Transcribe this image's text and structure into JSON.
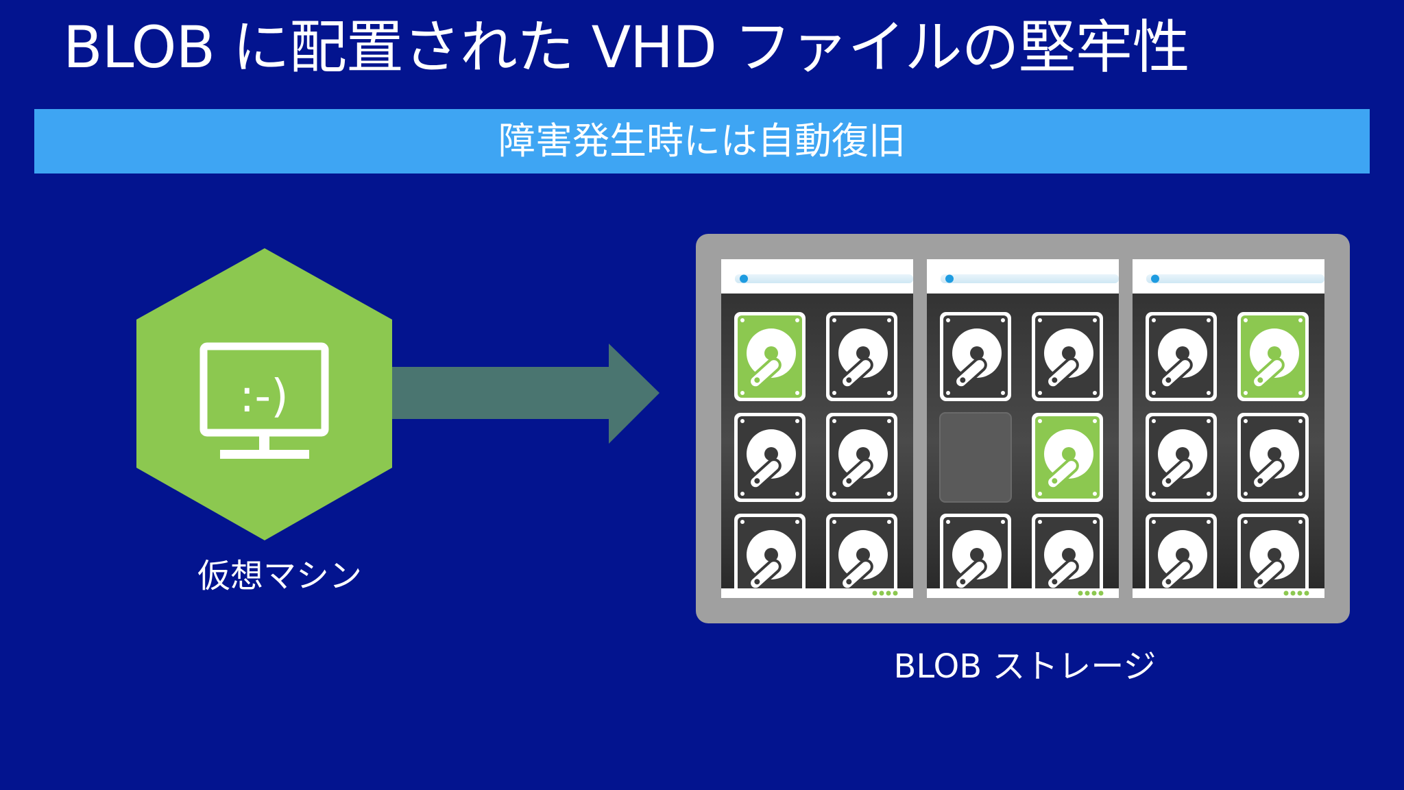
{
  "slide": {
    "title": "BLOB に配置された VHD ファイルの堅牢性",
    "banner": "障害発生時には自動復旧"
  },
  "vm": {
    "label": "仮想マシン",
    "screen_text": ":-)",
    "icon": "monitor-icon",
    "color": "#8cc850"
  },
  "storage": {
    "label": "BLOB ストレージ",
    "frame_color": "#a0a0a0",
    "healthy_color": "#8cc850",
    "racks": [
      {
        "disks": [
          "healthy",
          "normal",
          "normal",
          "normal",
          "normal",
          "normal"
        ]
      },
      {
        "disks": [
          "normal",
          "normal",
          "empty",
          "healthy",
          "normal",
          "normal"
        ]
      },
      {
        "disks": [
          "normal",
          "healthy",
          "normal",
          "normal",
          "normal",
          "normal"
        ]
      }
    ]
  },
  "arrow_color": "#4a7570"
}
